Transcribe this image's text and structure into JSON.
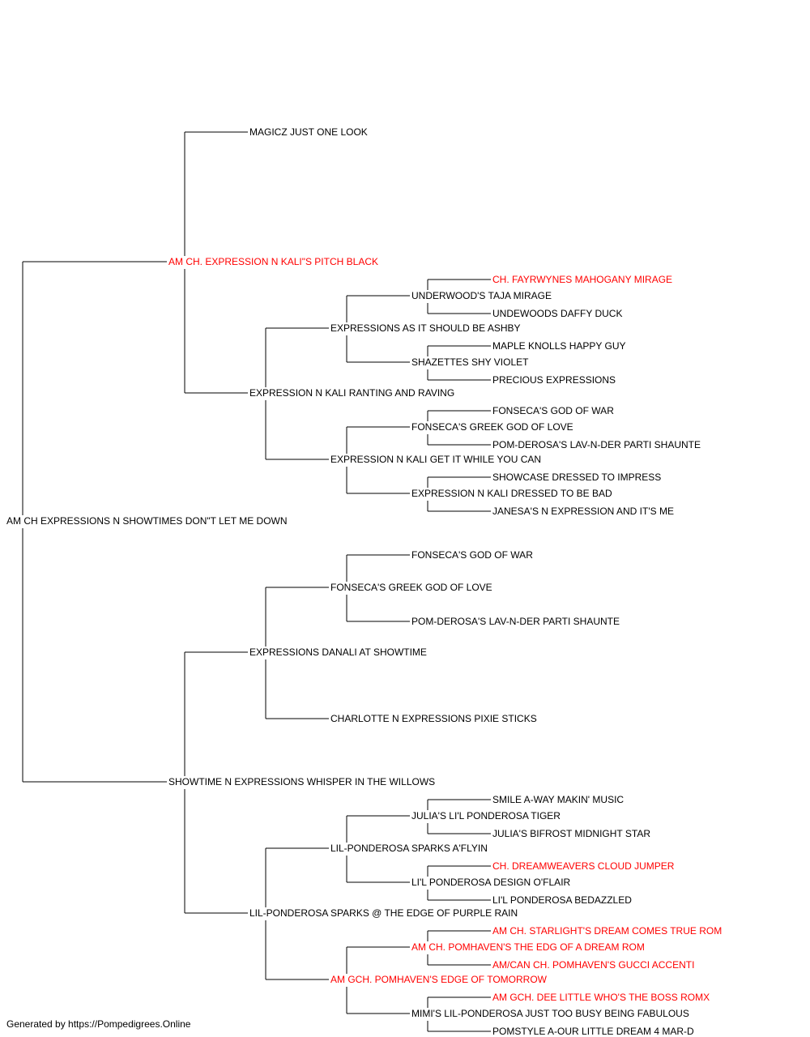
{
  "colors": {
    "line": "#000000",
    "text": "#000000",
    "champion": "#ff0000"
  },
  "pedigree": {
    "name": "AM CH EXPRESSIONS N SHOWTIMES DON\"T LET ME DOWN",
    "sire": {
      "name": "AM CH. EXPRESSION N KALI\"S PITCH BLACK",
      "red": true,
      "sire": {
        "name": "MAGICZ JUST ONE LOOK"
      },
      "dam": {
        "name": "EXPRESSION N KALI RANTING AND RAVING",
        "sire": {
          "name": "EXPRESSIONS AS IT SHOULD BE ASHBY",
          "sire": {
            "name": "UNDERWOOD'S TAJA MIRAGE",
            "sire": {
              "name": "CH. FAYRWYNES MAHOGANY MIRAGE",
              "red": true
            },
            "dam": {
              "name": "UNDEWOODS DAFFY DUCK"
            }
          },
          "dam": {
            "name": "SHAZETTES SHY VIOLET",
            "sire": {
              "name": "MAPLE KNOLLS HAPPY GUY"
            },
            "dam": {
              "name": "PRECIOUS EXPRESSIONS"
            }
          }
        },
        "dam": {
          "name": "EXPRESSION N KALI GET IT WHILE YOU CAN",
          "sire": {
            "name": "FONSECA'S GREEK GOD OF LOVE",
            "sire": {
              "name": "FONSECA'S GOD OF WAR"
            },
            "dam": {
              "name": "POM-DEROSA'S LAV-N-DER PARTI SHAUNTE"
            }
          },
          "dam": {
            "name": "EXPRESSION N KALI DRESSED TO BE BAD",
            "sire": {
              "name": "SHOWCASE DRESSED TO IMPRESS"
            },
            "dam": {
              "name": "JANESA'S N EXPRESSION AND IT'S ME"
            }
          }
        }
      }
    },
    "dam": {
      "name": "SHOWTIME N EXPRESSIONS WHISPER IN THE WILLOWS",
      "sire": {
        "name": "EXPRESSIONS DANALI AT SHOWTIME",
        "sire": {
          "name": "FONSECA'S GREEK GOD OF LOVE",
          "sire": {
            "name": "FONSECA'S GOD OF WAR"
          },
          "dam": {
            "name": "POM-DEROSA'S LAV-N-DER PARTI SHAUNTE"
          }
        },
        "dam": {
          "name": "CHARLOTTE N EXPRESSIONS PIXIE STICKS"
        }
      },
      "dam": {
        "name": "LIL-PONDEROSA SPARKS @ THE EDGE OF PURPLE RAIN",
        "sire": {
          "name": "LIL-PONDEROSA SPARKS A'FLYIN",
          "sire": {
            "name": "JULIA'S LI'L PONDEROSA TIGER",
            "sire": {
              "name": "SMILE A-WAY MAKIN' MUSIC"
            },
            "dam": {
              "name": "JULIA'S BIFROST MIDNIGHT STAR"
            }
          },
          "dam": {
            "name": "LI'L PONDEROSA DESIGN O'FLAIR",
            "sire": {
              "name": "CH. DREAMWEAVERS CLOUD JUMPER",
              "red": true
            },
            "dam": {
              "name": "LI'L PONDEROSA BEDAZZLED"
            }
          }
        },
        "dam": {
          "name": "AM GCH. POMHAVEN'S EDGE OF TOMORROW",
          "red": true,
          "sire": {
            "name": "AM CH. POMHAVEN'S THE EDG OF A DREAM ROM",
            "red": true,
            "sire": {
              "name": "AM CH. STARLIGHT'S DREAM COMES TRUE ROM",
              "red": true
            },
            "dam": {
              "name": "AM/CAN CH. POMHAVEN'S GUCCI ACCENTI",
              "red": true
            }
          },
          "dam": {
            "name": "MIMI'S LIL-PONDEROSA JUST TOO BUSY BEING FABULOUS",
            "sire": {
              "name": "AM GCH. DEE LITTLE WHO'S THE BOSS ROMX",
              "red": true
            },
            "dam": {
              "name": "POMSTYLE A-OUR LITTLE DREAM 4 MAR-D"
            }
          }
        }
      }
    }
  },
  "footer": "Generated by https://Pompedigrees.Online"
}
